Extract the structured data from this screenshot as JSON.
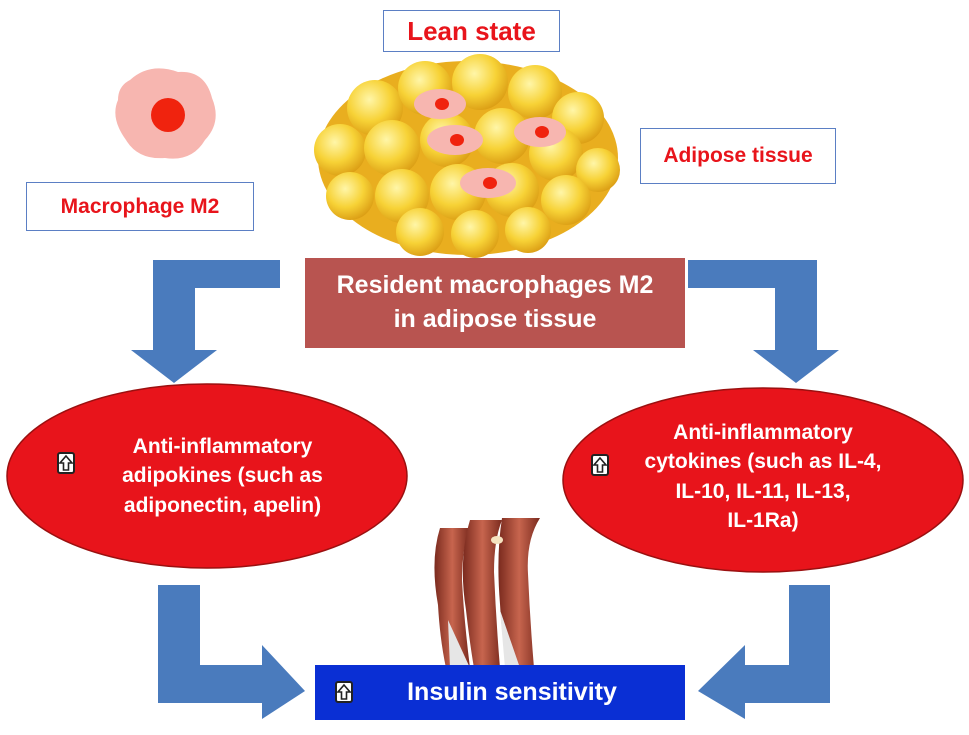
{
  "labels": {
    "lean_state": "Lean state",
    "adipose_tissue": "Adipose tissue",
    "macrophage_m2": "Macrophage M2"
  },
  "resident_box": {
    "line1": "Resident macrophages M2",
    "line2": "in adipose tissue"
  },
  "left_ellipse": {
    "lines": [
      "Anti-inflammatory",
      "adipokines (such as",
      "adiponectin, apelin)"
    ]
  },
  "right_ellipse": {
    "lines": [
      "Anti-inflammatory",
      "cytokines (such as IL-4,",
      "IL-10, IL-11, IL-13,",
      "IL-1Ra)"
    ]
  },
  "result_box": {
    "label": "Insulin sensitivity"
  },
  "icons": {
    "up_arrow": "up-arrow-icon",
    "macrophage": "macrophage-cell-icon",
    "adipose": "adipose-tissue-cluster",
    "muscle": "muscle-illustration"
  },
  "colors": {
    "label_text": "#e8141b",
    "label_border": "#5b7fc4",
    "resident_fill": "#b85450",
    "ellipse_fill": "#e8141b",
    "insulin_fill": "#0a2fd4",
    "arrow_fill": "#4a7bbd"
  }
}
